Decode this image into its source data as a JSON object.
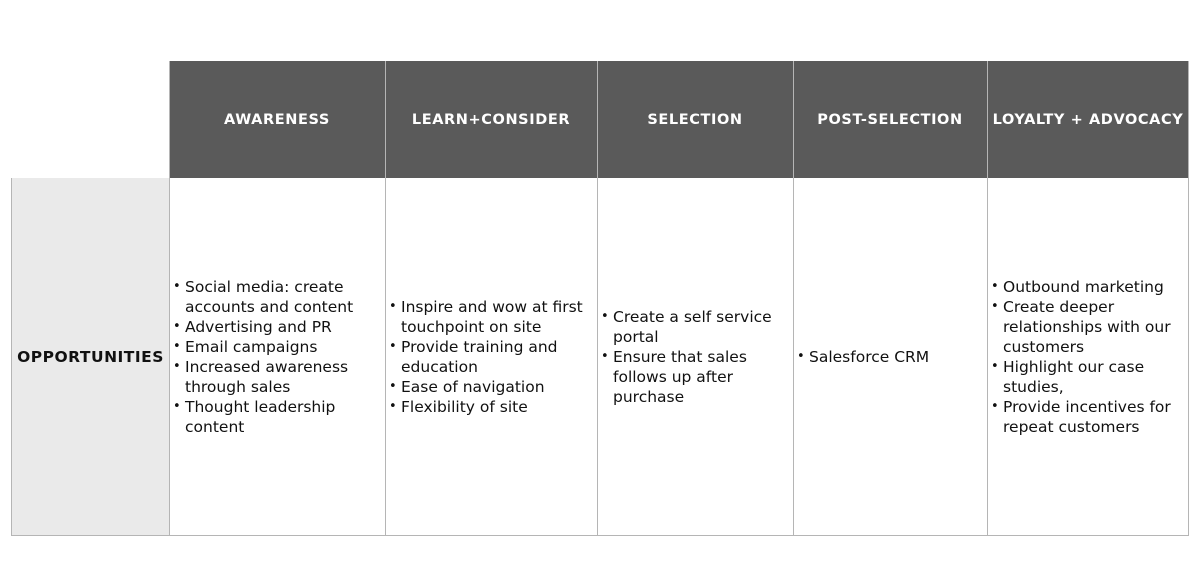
{
  "table": {
    "row_label": "OPPORTUNITIES",
    "columns": [
      {
        "header": "AWARENESS",
        "items": [
          "Social media: create accounts and content",
          "Advertising and PR",
          "Email campaigns",
          "Increased awareness through sales",
          "Thought leadership content"
        ]
      },
      {
        "header": "LEARN+CONSIDER",
        "items": [
          "Inspire and wow at first touchpoint on site",
          "Provide training and education",
          "Ease of navigation",
          "Flexibility of site"
        ]
      },
      {
        "header": "SELECTION",
        "items": [
          "Create a self service portal",
          "Ensure that sales follows up after purchase"
        ]
      },
      {
        "header": "POST-SELECTION",
        "items": [
          "Salesforce CRM"
        ]
      },
      {
        "header": "LOYALTY + ADVOCACY",
        "items": [
          "Outbound marketing",
          "Create deeper relationships with our customers",
          "Highlight our case studies,",
          "Provide incentives for repeat customers"
        ]
      }
    ]
  },
  "colors": {
    "header_bg": "#5a5a5a",
    "header_text": "#ffffff",
    "label_bg": "#eaeaea",
    "border": "#b5b5b5"
  }
}
